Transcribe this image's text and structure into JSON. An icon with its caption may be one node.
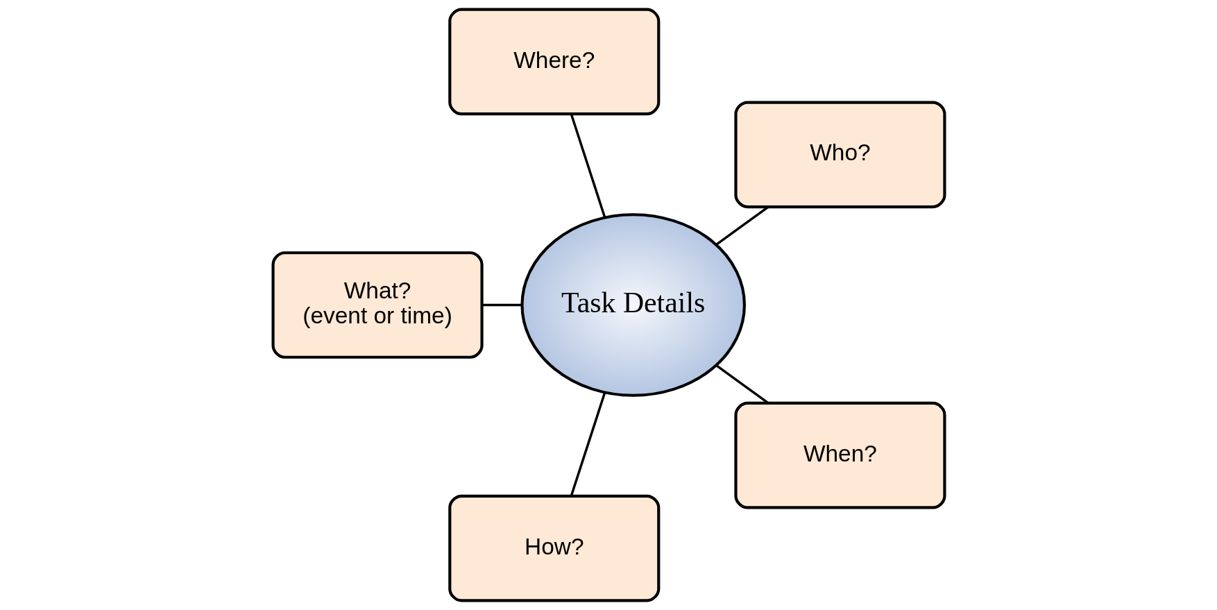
{
  "diagram": {
    "nodes": [
      {
        "text": [
          "Task Details"
        ]
      },
      {
        "text": [
          "Who?"
        ]
      },
      {
        "text": [
          "Where?"
        ]
      },
      {
        "text": [
          "What?",
          "(event or time)"
        ]
      },
      {
        "text": [
          "How?"
        ]
      },
      {
        "text": [
          "When?"
        ]
      }
    ],
    "edges": [
      {
        "from": 1,
        "to": 0,
        "arrow": "none"
      },
      {
        "from": 2,
        "to": 0,
        "arrow": "none"
      },
      {
        "from": 3,
        "to": 0,
        "arrow": "none"
      },
      {
        "from": 4,
        "to": 0,
        "arrow": "none"
      },
      {
        "from": 5,
        "to": 0,
        "arrow": "none"
      }
    ]
  }
}
